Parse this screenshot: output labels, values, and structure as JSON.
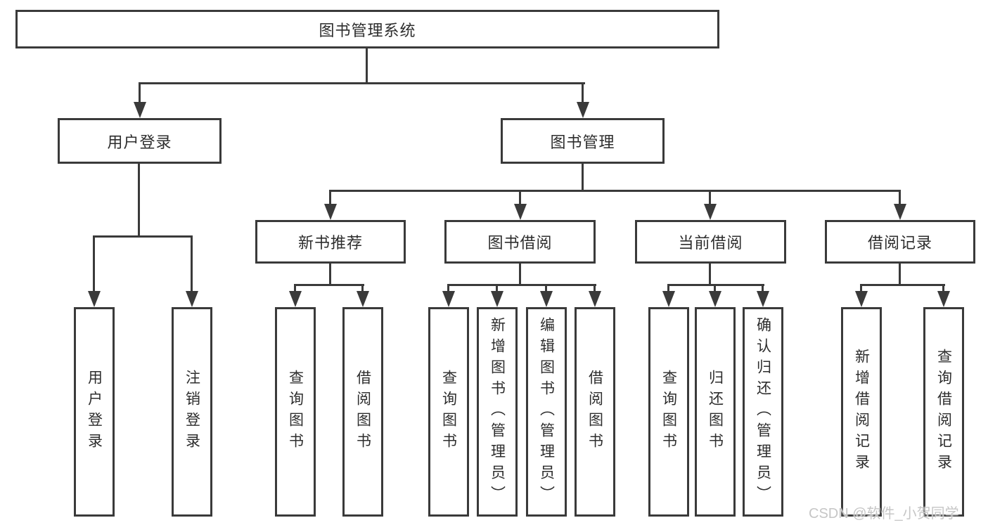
{
  "diagram_type": "hierarchy-tree",
  "watermark": "CSDN @软件_小贺同学",
  "colors": {
    "line": "#3a3a3a",
    "text": "#2d2d2d",
    "box_background": "#ffffff",
    "watermark": "#c6c6c6"
  },
  "tree": {
    "label": "图书管理系统",
    "children": [
      {
        "label": "用户登录",
        "children": [
          {
            "label": "用户登录"
          },
          {
            "label": "注销登录"
          }
        ]
      },
      {
        "label": "图书管理",
        "children": [
          {
            "label": "新书推荐",
            "children": [
              {
                "label": "查询图书"
              },
              {
                "label": "借阅图书"
              }
            ]
          },
          {
            "label": "图书借阅",
            "children": [
              {
                "label": "查询图书"
              },
              {
                "label": "新增图书（管理员）"
              },
              {
                "label": "编辑图书（管理员）"
              },
              {
                "label": "借阅图书"
              }
            ]
          },
          {
            "label": "当前借阅",
            "children": [
              {
                "label": "查询图书"
              },
              {
                "label": "归还图书"
              },
              {
                "label": "确认归还（管理员）"
              }
            ]
          },
          {
            "label": "借阅记录",
            "children": [
              {
                "label": "新增借阅记录"
              },
              {
                "label": "查询借阅记录"
              }
            ]
          }
        ]
      }
    ]
  }
}
